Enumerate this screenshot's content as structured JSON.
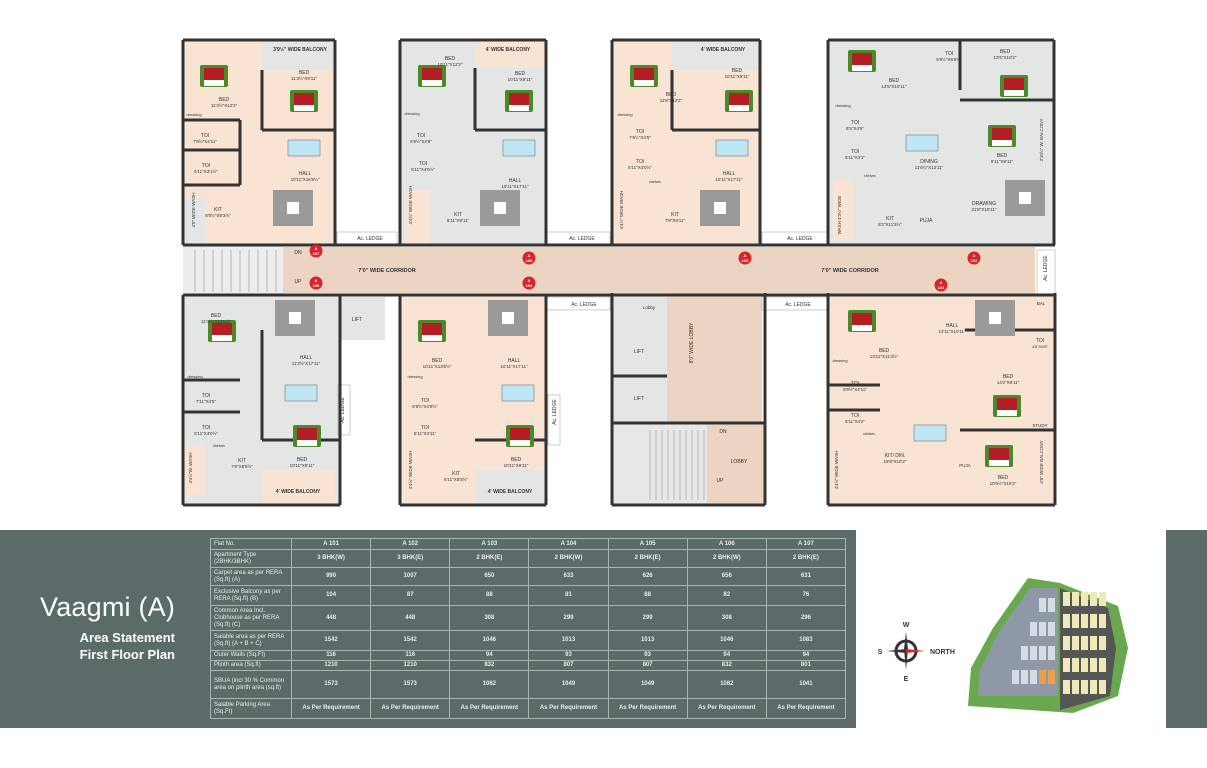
{
  "title": {
    "name": "Vaagmi (A)",
    "line1": "Area Statement",
    "line2": "First Floor Plan"
  },
  "colors": {
    "band": "#5b6b69",
    "peach_room": "#f9e3d2",
    "gray_room": "#e4e5e5",
    "corridor": "#ecd4c3",
    "marker": "#d8232a",
    "wall": "#333333"
  },
  "area_table": {
    "headers": [
      "Flat No.",
      "A 101",
      "A 102",
      "A 103",
      "A 104",
      "A 105",
      "A 106",
      "A 107"
    ],
    "rows": [
      {
        "label": "Apartment Type (2BHK/3BHK)",
        "values": [
          "3 BHK(W)",
          "3 BHK(E)",
          "2 BHK(E)",
          "2 BHK(W)",
          "2 BHK(E)",
          "2 BHK(W)",
          "2 BHK(E)"
        ]
      },
      {
        "label": "Carpet area as per RERA (Sq.ft) (A)",
        "values": [
          "990",
          "1007",
          "650",
          "633",
          "626",
          "656",
          "631"
        ]
      },
      {
        "label": "Exclusive Balcony as per RERA (Sq.ft) (B)",
        "values": [
          "104",
          "87",
          "88",
          "81",
          "88",
          "82",
          "76"
        ]
      },
      {
        "label": "Common Area Incl. Clubhouse as per RERA (Sq.ft) (C)",
        "values": [
          "448",
          "448",
          "308",
          "299",
          "299",
          "308",
          "296"
        ]
      },
      {
        "label": "Salable area as per RERA (Sq.ft) (A + B + C)",
        "values": [
          "1542",
          "1542",
          "1046",
          "1013",
          "1013",
          "1046",
          "1083"
        ]
      },
      {
        "label": "Outer Walls (Sq.Ft)",
        "values": [
          "116",
          "116",
          "94",
          "93",
          "93",
          "94",
          "94"
        ]
      },
      {
        "label": "Plinth area (Sq.ft)",
        "values": [
          "1210",
          "1210",
          "832",
          "807",
          "807",
          "832",
          "801"
        ]
      },
      {
        "label": "SBUA (incl 30 % Common area on plinth area (sq.ft)",
        "values": [
          "1573",
          "1573",
          "1082",
          "1049",
          "1049",
          "1082",
          "1041"
        ]
      },
      {
        "label": "Salable Parking Area (Sq.Ft)",
        "values": [
          "As Per Requirement",
          "As Per Requirement",
          "As Per Requirement",
          "As Per Requirement",
          "As Per Requirement",
          "As Per Requirement",
          "As Per Requirement"
        ]
      }
    ]
  },
  "compass": {
    "w": "W",
    "s": "S",
    "e": "E",
    "north": "NORTH"
  },
  "plan": {
    "markers": [
      "A 107",
      "A 106",
      "A 105",
      "A 104",
      "A 103",
      "A 102",
      "A 101"
    ],
    "labels": [
      "3'9½\" WIDE BALCONY",
      "BED",
      "11'3½\"X9'11\"",
      "BED",
      "11'3½\"X12'2\"",
      "dressing",
      "TOI",
      "7'6½\"X4'11\"",
      "TOI",
      "5'11\"X3'1½\"",
      "HALL",
      "10'11\"X16'9½\"",
      "shelves",
      "KIT",
      "8'0½\"X8'3½\"",
      "4'0\" WIDE WASH",
      "4' WIDE BALCONY",
      "BED",
      "10'11\"X12'2\"",
      "BED",
      "10'11\"X9'11\"",
      "dressing",
      "TOI",
      "6'9½\"X4'8\"",
      "TOI",
      "5'11\"X4'0½\"",
      "HALL",
      "10'11\"X17'11\"",
      "4'4½\" WIDE WASH",
      "KIT",
      "6'11\"X9'11\"",
      "4' WIDE BALCONY",
      "BED",
      "10'11\"X9'11\"",
      "BED",
      "11'8\"X12'2\"",
      "dressing",
      "TOI",
      "7'6½\"X4'5\"",
      "TOI",
      "5'11\"X4'0½\"",
      "shelves",
      "HALL",
      "10'11\"X17'11\"",
      "4'4½\" WIDE WASH",
      "KIT",
      "7'8\"X9'11\"",
      "TOI",
      "5'8½\"X6'9½\"",
      "BED",
      "13'5\"X10'2\"",
      "BED",
      "14'5\"X10'11\"",
      "dressing",
      "TOI",
      "8'5\"X4'5\"",
      "TOI",
      "5'11\"X3'1\"",
      "DINING",
      "11'6½\"X13'11\"",
      "BED",
      "9'11\"X9'11\"",
      "3'10½\" W. BALCONY",
      "shelves",
      "WASH 4'3½\" WIDE",
      "KIT",
      "8'2\"X11'3½\"",
      "PUJA",
      "DRAWING",
      "21'8\"X10'11\"",
      "DN",
      "UP",
      "7'0\" WIDE CORRIDOR",
      "7'0\" WIDE CORRIDOR",
      "Ac. LEDGE",
      "Ac. LEDGE",
      "Ac. LEDGE",
      "Ac. LEDGE",
      "BED",
      "11'3½\"X13'6½\"",
      "HALL",
      "11'3½\"X17'11\"",
      "dressing",
      "TOI",
      "7'11\"X4'5\"",
      "TOI",
      "5'11\"X4'0½\"",
      "shelves",
      "KIT",
      "7'8\"X8'6½\"",
      "4'4½\"W. WASH",
      "BED",
      "10'11\"X9'11\"",
      "4' WIDE BALCONY",
      "Ac. LEDGE",
      "LIFT",
      "BED",
      "10'11\"X13'6½\"",
      "HALL",
      "10'11\"X17'11\"",
      "dressing",
      "TOI",
      "6'9½\"X4'9½\"",
      "TOI",
      "5'11\"X3'11\"",
      "KIT",
      "6'11\"X8'3½\"",
      "BED",
      "10'11\"X9'11\"",
      "4' WIDE BALCONY",
      "Ac. LEDGE",
      "4'4½\" WIDE WASH",
      "Ac. LEDGE",
      "Lobby",
      "LIFT",
      "LIFT",
      "8'0\" WIDE LOBBY",
      "DN",
      "LOBBY",
      "UP",
      "Ac. LEDGE",
      "HALL",
      "14'11\"X10'11\"",
      "BED",
      "13'11\"X11'3½\"",
      "BAL",
      "TOI",
      "4'6\"X6'6\"",
      "dressing",
      "TOI",
      "8'9½\"X4'11\"",
      "BED",
      "14'2\"X9'11\"",
      "TOI",
      "5'11\"X4'2\"",
      "STUDY",
      "shelves",
      "KIT/ DIN.",
      "15'8\"X10'2\"",
      "PUJA",
      "BED",
      "10'6½\"X10'2\"",
      "4'4½\" WIDE WASH",
      "4'0\" WIDE BALCONY"
    ]
  }
}
